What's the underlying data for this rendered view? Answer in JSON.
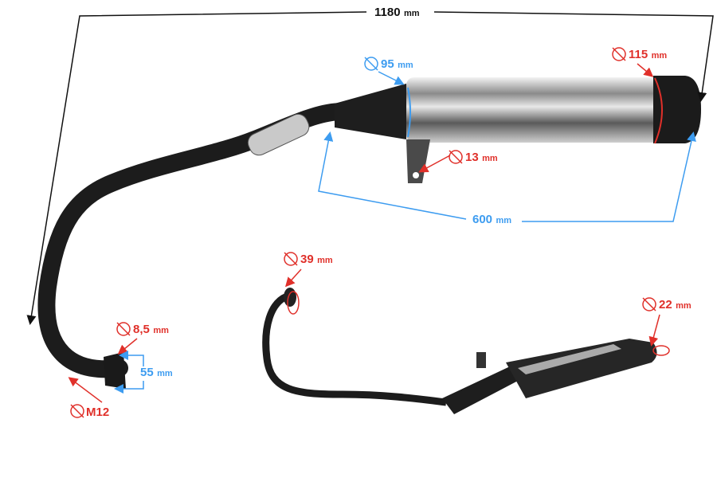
{
  "dimensions": {
    "total_length": {
      "value": "1180",
      "unit": "mm"
    },
    "silencer_inlet_diameter": {
      "value": "95",
      "unit": "mm"
    },
    "silencer_end_diameter": {
      "value": "115",
      "unit": "mm"
    },
    "bracket_hole_diameter": {
      "value": "13",
      "unit": "mm"
    },
    "silencer_length": {
      "value": "600",
      "unit": "mm"
    },
    "small_inlet_diameter": {
      "value": "39",
      "unit": "mm"
    },
    "small_outlet_diameter": {
      "value": "22",
      "unit": "mm"
    },
    "flange_hole_diameter": {
      "value": "8,5",
      "unit": "mm"
    },
    "flange_spacing": {
      "value": "55",
      "unit": "mm"
    },
    "thread": {
      "value": "M12"
    }
  },
  "colors": {
    "red": "#e0302a",
    "blue": "#3d9cf0",
    "black": "#111111"
  }
}
